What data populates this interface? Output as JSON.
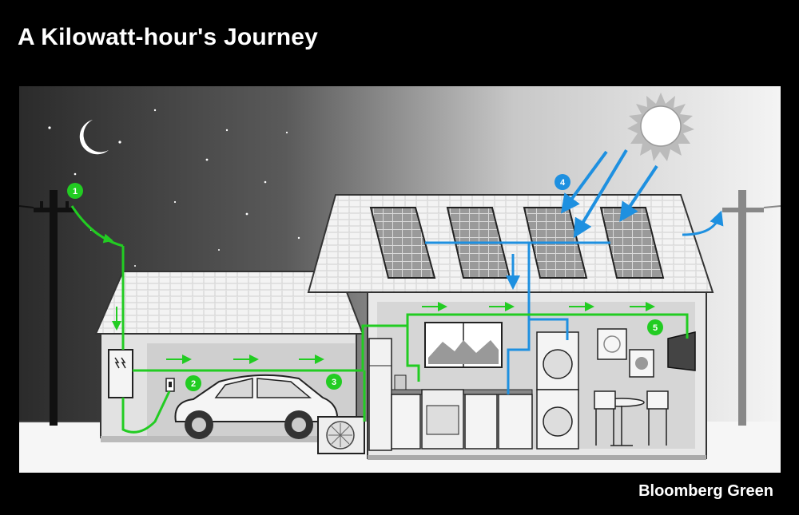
{
  "header": {
    "title": "A Kilowatt-hour's Journey"
  },
  "footer": {
    "brand": "Bloomberg Green"
  },
  "markers": [
    {
      "id": "1",
      "color": "#22cc22"
    },
    {
      "id": "2",
      "color": "#22cc22"
    },
    {
      "id": "3",
      "color": "#22cc22"
    },
    {
      "id": "4",
      "color": "#1e90e0"
    },
    {
      "id": "5",
      "color": "#22cc22"
    }
  ],
  "colors": {
    "grid_flow": "#22cc22",
    "solar_flow": "#1e90e0",
    "night_sky": "#2a2a2a",
    "day_sky": "#f2f2f2"
  },
  "icons": [
    "moon-icon",
    "sun-icon",
    "star-icon",
    "utility-pole-icon",
    "solar-panel-icon",
    "car-icon",
    "electric-panel-icon",
    "ev-charger-icon",
    "heat-pump-icon",
    "washer-dryer-icon",
    "tv-icon"
  ]
}
